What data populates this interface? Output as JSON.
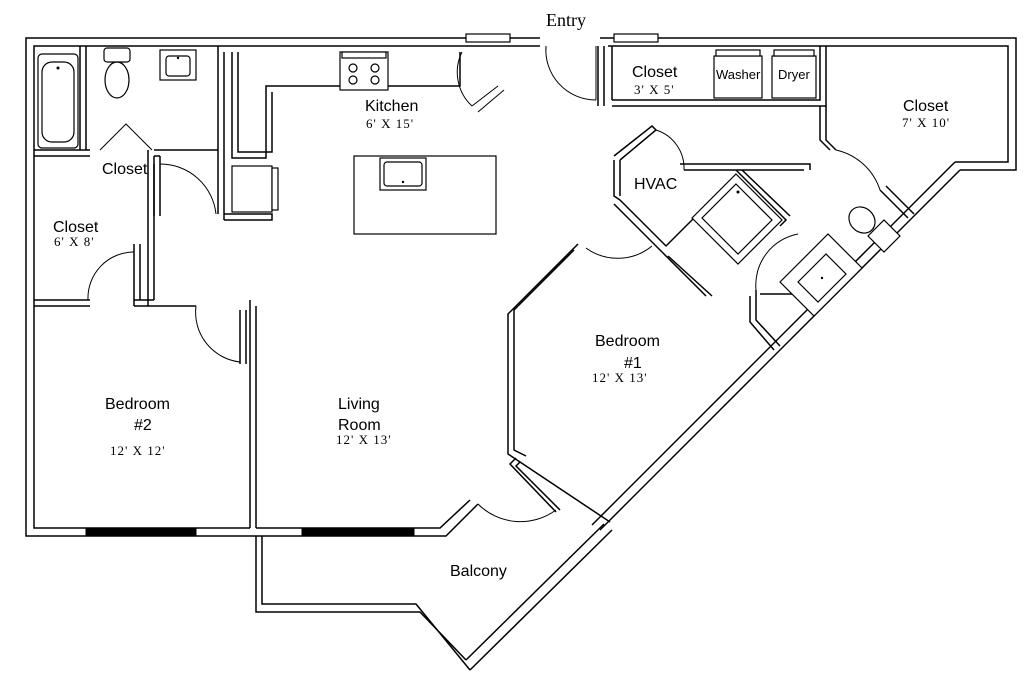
{
  "plan": {
    "entry": "Entry",
    "rooms": {
      "kitchen": {
        "label": "Kitchen",
        "dim": "6' X 15'"
      },
      "closet_utility": {
        "label": "Closet",
        "dim": "3' X 5'"
      },
      "washer": {
        "label": "Washer"
      },
      "dryer": {
        "label": "Dryer"
      },
      "closet_master": {
        "label": "Closet",
        "dim": "7' X 10'"
      },
      "closet_bath2": {
        "label": "Closet"
      },
      "closet_left": {
        "label": "Closet",
        "dim": "6' X 8'"
      },
      "hvac": {
        "label": "HVAC"
      },
      "bedroom1": {
        "label_line1": "Bedroom",
        "label_line2": "#1",
        "dim": "12' X 13'"
      },
      "bedroom2": {
        "label_line1": "Bedroom",
        "label_line2": "#2",
        "dim": "12' X 12'"
      },
      "living": {
        "label_line1": "Living",
        "label_line2": "Room",
        "dim": "12' X 13'"
      },
      "balcony": {
        "label": "Balcony"
      }
    }
  }
}
